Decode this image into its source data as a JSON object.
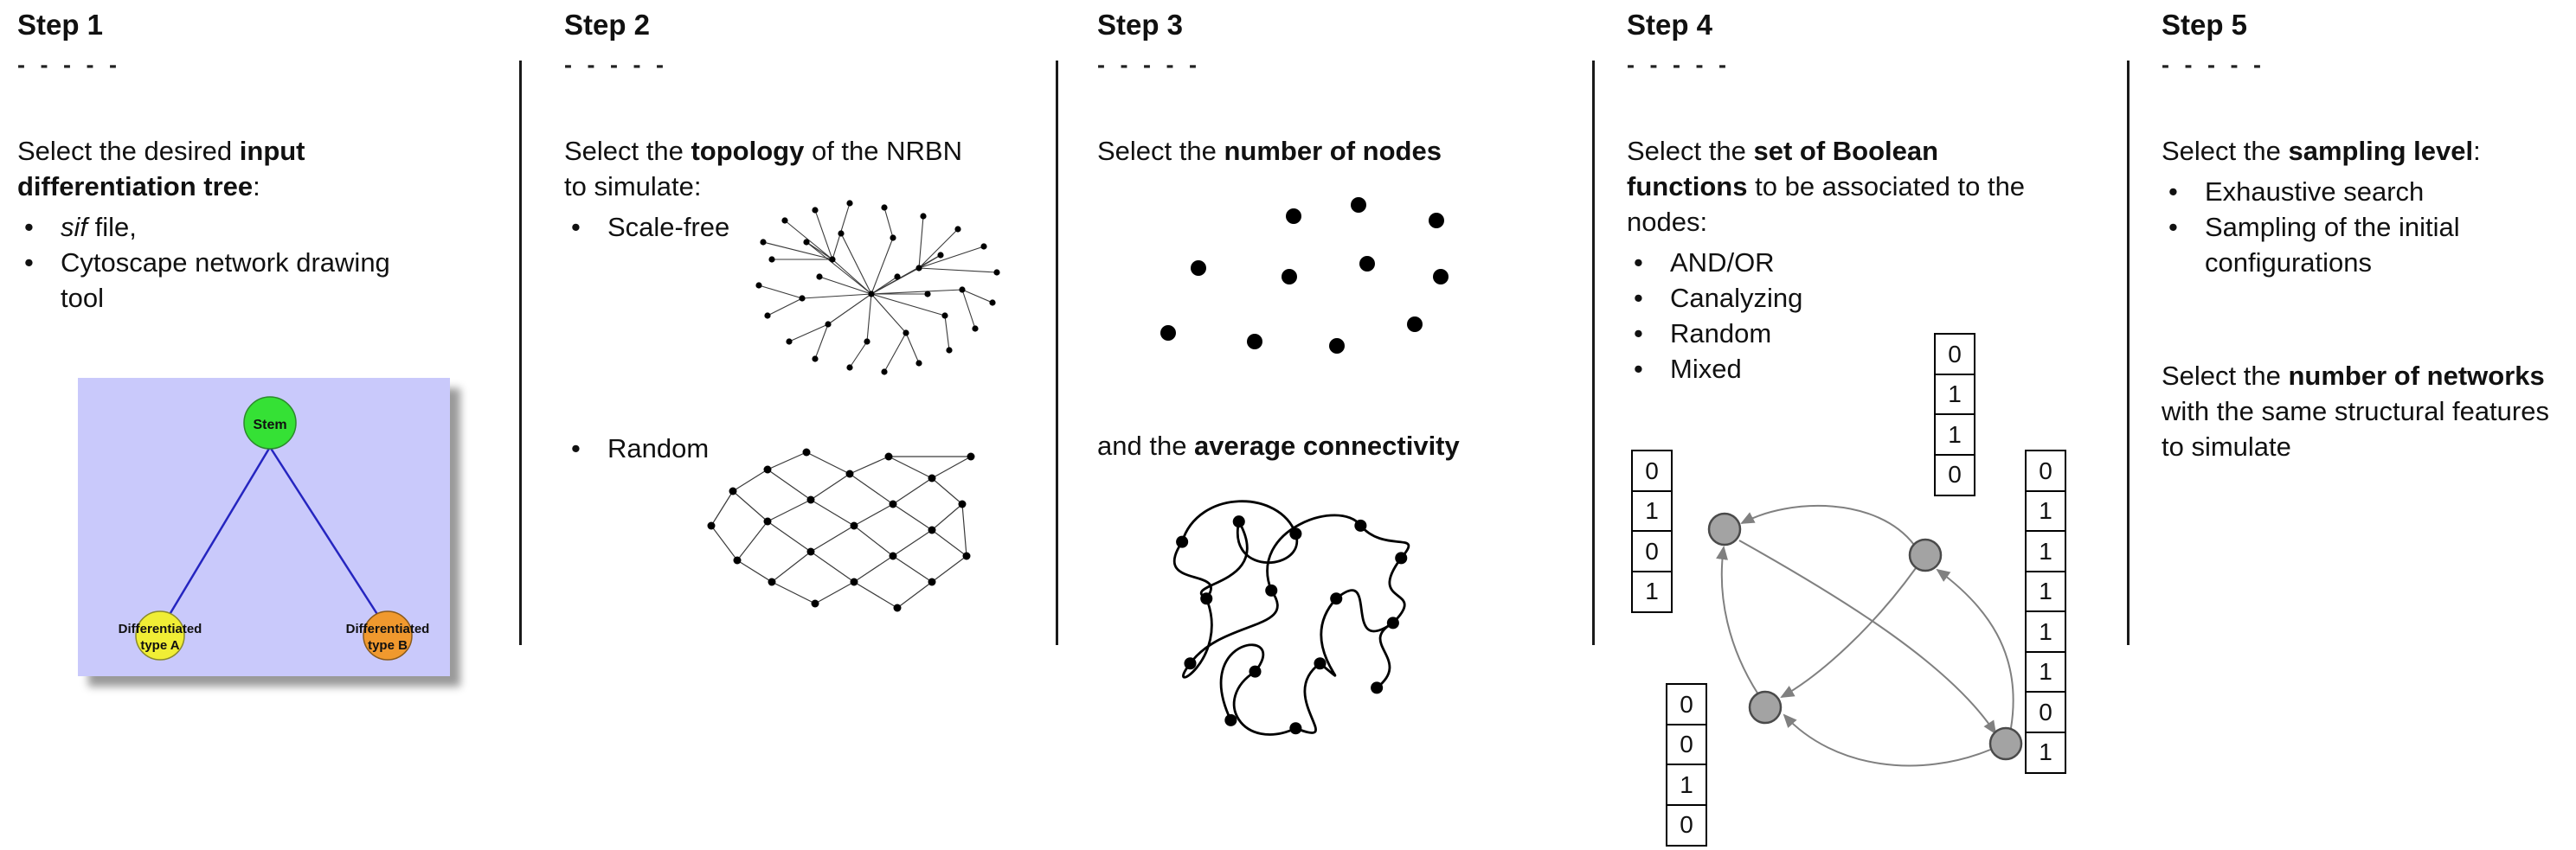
{
  "ui": {
    "bullet": "•",
    "dashes": "- - - - -"
  },
  "colors": {
    "tree_background": "#c9c9fb",
    "stem_node": "#35e135",
    "type_a_node": "#f0ee35",
    "type_b_node": "#f0992e",
    "tree_edge": "#2525c0",
    "rbn_node": "#a3a3a3",
    "arrow": "#808080"
  },
  "steps": [
    {
      "title": "Step 1",
      "intro": {
        "pre": "Select the desired ",
        "bold": "input differentiation tree",
        "post": ":"
      },
      "bullets": [
        {
          "italic": "sif",
          "text": " file,"
        },
        {
          "italic": "",
          "text": "Cytoscape network drawing tool"
        }
      ],
      "tree": {
        "stem": "Stem",
        "type_a_line1": "Differentiated",
        "type_a_line2": "type A",
        "type_b_line1": "Differentiated",
        "type_b_line2": "type B"
      }
    },
    {
      "title": "Step 2",
      "intro": {
        "pre": "Select the ",
        "bold": "topology",
        "post": " of the NRBN to simulate:"
      },
      "bullets": [
        {
          "text": "Scale-free"
        },
        {
          "text": "Random"
        }
      ]
    },
    {
      "title": "Step 3",
      "intro": {
        "pre": "Select the ",
        "bold": "number of nodes",
        "post": ""
      },
      "second": {
        "pre": "and the ",
        "bold": "average connectivity",
        "post": ""
      }
    },
    {
      "title": "Step 4",
      "intro": {
        "pre": "Select the ",
        "bold": "set of Boolean functions",
        "post": " to be associated to the nodes:"
      },
      "bullets": [
        {
          "text": "AND/OR"
        },
        {
          "text": "Canalyzing"
        },
        {
          "text": "Random"
        },
        {
          "text": "Mixed"
        }
      ],
      "truth_tables": {
        "top": [
          "0",
          "1",
          "1",
          "0"
        ],
        "left": [
          "0",
          "1",
          "0",
          "1"
        ],
        "bottom_left": [
          "0",
          "0",
          "1",
          "0"
        ],
        "right": [
          "0",
          "1",
          "1",
          "1",
          "1",
          "1",
          "0",
          "1"
        ]
      }
    },
    {
      "title": "Step 5",
      "intro": {
        "pre": "Select the ",
        "bold": "sampling level",
        "post": ":"
      },
      "bullets": [
        {
          "text": "Exhaustive search"
        },
        {
          "text": "Sampling of the initial configurations"
        }
      ],
      "second": {
        "pre": "Select the ",
        "bold": "number of networks",
        "post": " with the same structural features to simulate"
      }
    }
  ]
}
